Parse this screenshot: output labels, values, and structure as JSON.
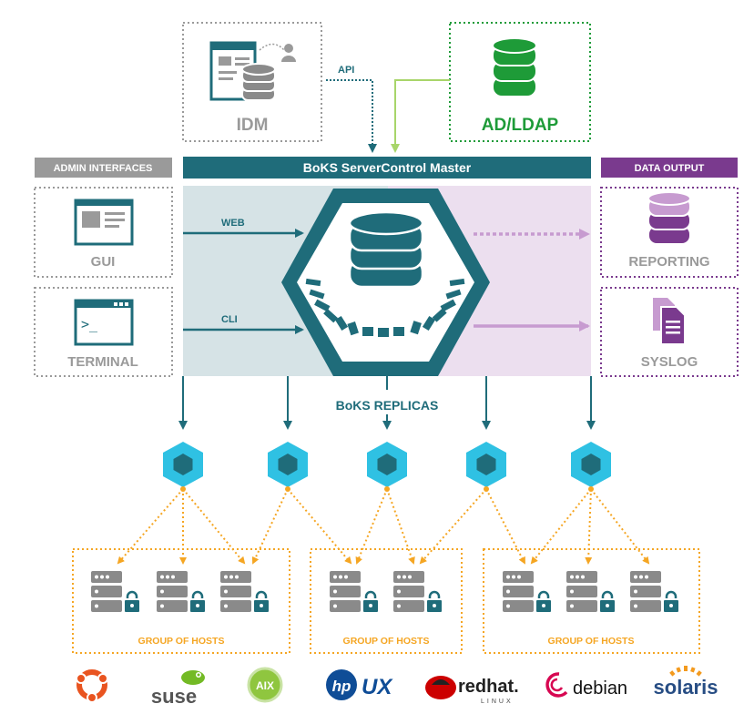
{
  "idm": {
    "label": "IDM"
  },
  "api": {
    "label": "API"
  },
  "ad": {
    "label": "AD/LDAP"
  },
  "admin": {
    "header": "ADMIN INTERFACES",
    "gui_label": "GUI",
    "terminal_label": "TERMINAL",
    "prompt": ">_"
  },
  "master": {
    "header": "BoKS ServerControl Master",
    "web_label": "WEB",
    "cli_label": "CLI"
  },
  "data_output": {
    "header": "DATA OUTPUT",
    "reporting_label": "REPORTING",
    "syslog_label": "SYSLOG"
  },
  "replicas": {
    "label": "BoKS REPLICAS"
  },
  "groups": [
    {
      "label": "GROUP OF HOSTS"
    },
    {
      "label": "GROUP OF HOSTS"
    },
    {
      "label": "GROUP OF HOSTS"
    }
  ],
  "os": {
    "suse": "suse",
    "aix": "AIX",
    "hp": "hp",
    "ux": "UX",
    "redhat": "redhat.",
    "linux": "LINUX",
    "debian": "debian",
    "solaris": "solaris"
  },
  "colors": {
    "gray": "#9a9a9a",
    "teal": "#1f6c7a",
    "green": "#1e9b38",
    "purple": "#7a3a8e",
    "cyan": "#2fc1e3",
    "orange": "#f5a623"
  }
}
